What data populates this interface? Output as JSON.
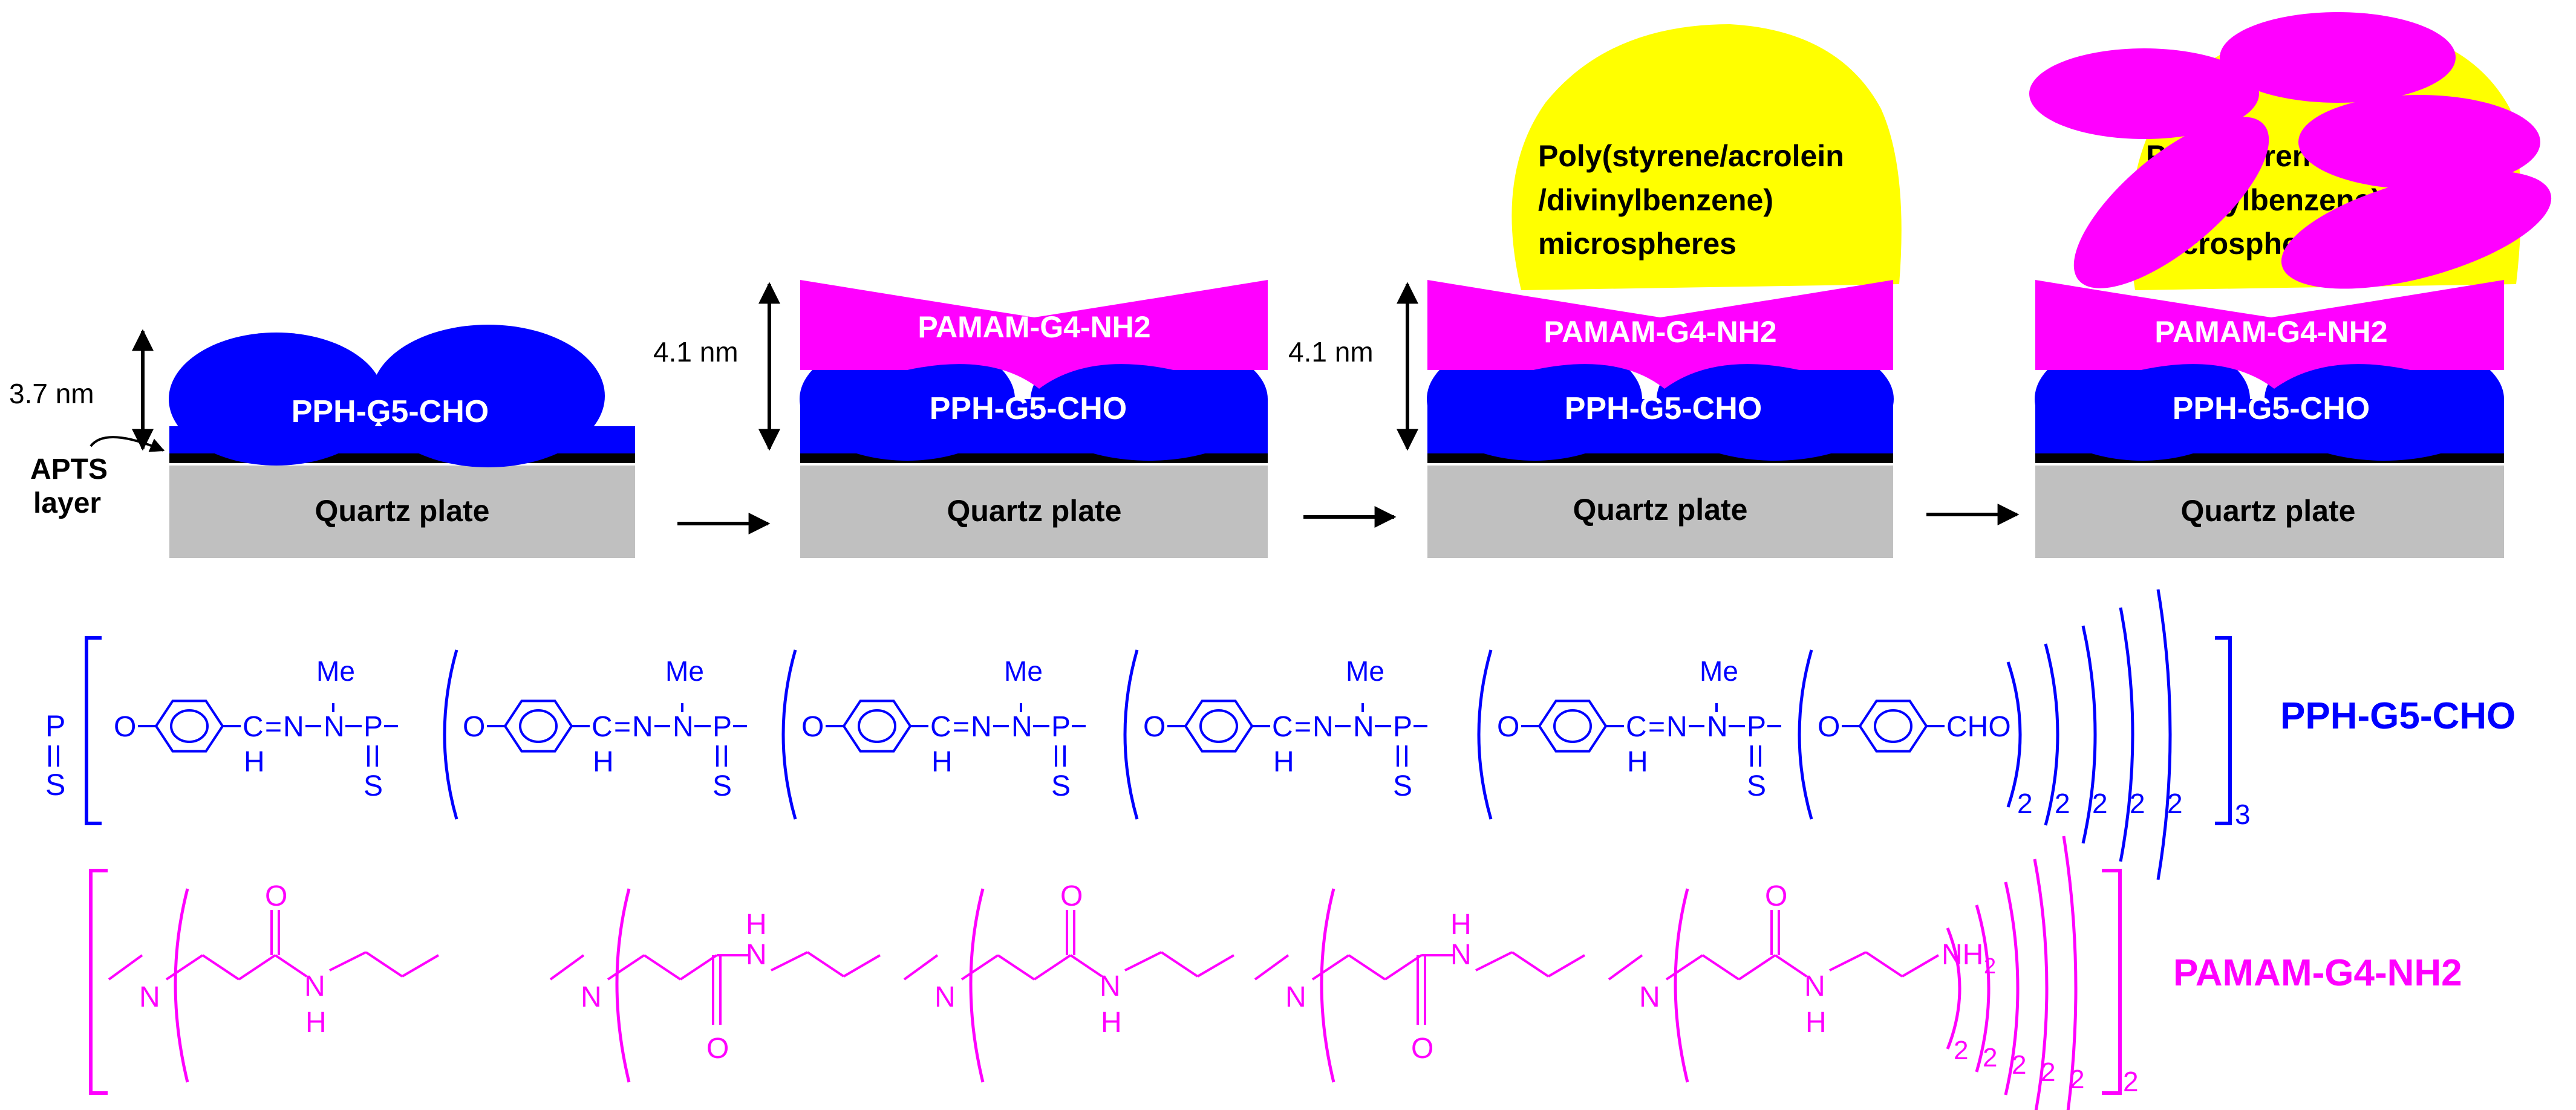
{
  "colors": {
    "dendrimer_blue": "#0000ff",
    "dendrimer_magenta": "#ff00ff",
    "microsphere_yellow": "#ffff00",
    "quartz_gray": "#c0c0c0",
    "apts_black": "#000000"
  },
  "labels": {
    "pph": "PPH-G5-CHO",
    "pamam": "PAMAM-G4-NH2",
    "quartz": "Quartz plate",
    "apts_line1": "APTS",
    "apts_line2": "layer",
    "microspheres_line1": "Poly(styrene/acrolein",
    "microspheres_line2": "/divinylbenzene)",
    "microspheres_line3": "microspheres",
    "hidden_line1": "Poly(styrene",
    "hidden_line2": "/divinylbenzene)",
    "hidden_line3": "microspheres"
  },
  "thickness": {
    "pph": "3.7 nm",
    "pph_pamam_step2": "4.1 nm",
    "pph_pamam_step3": "4.1 nm"
  },
  "pph_formula": {
    "core_p": "P",
    "core_s": "S",
    "o": "O",
    "ch": "C",
    "h": "H",
    "eq": "=",
    "n": "N",
    "me": "Me",
    "p": "P",
    "s": "S",
    "cho": "CHO",
    "sub2": "2",
    "sub3": "3",
    "name": "PPH-G5-CHO"
  },
  "pamam_formula": {
    "n": "N",
    "o": "O",
    "h": "H",
    "nh2": "NH",
    "sub2": "2",
    "name": "PAMAM-G4-NH2"
  }
}
